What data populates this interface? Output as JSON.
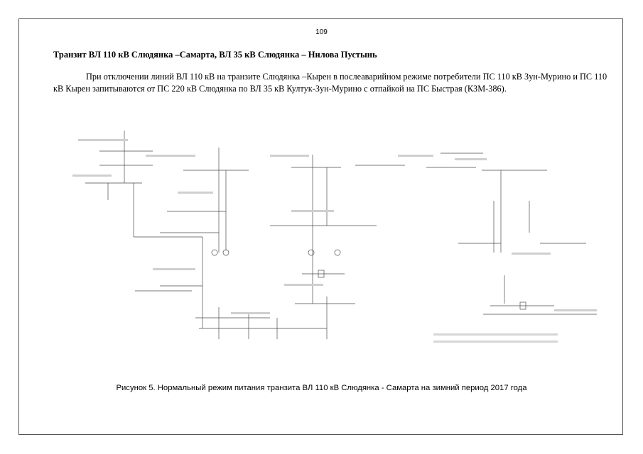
{
  "page": {
    "number": "109"
  },
  "section": {
    "heading": "Транзит ВЛ 110 кВ Слюдянка –Самарта, ВЛ 35 кВ Слюдянка – Нилова Пустынь",
    "paragraph": "При отключении линий ВЛ 110 кВ на транзите Слюдянка –Кырен в послеаварийном режиме потребители ПС 110 кВ Зун-Мурино и ПС 110 кВ Кырен запитываются от ПС 220 кВ Слюдянка по ВЛ 35 кВ Култук-Зун-Мурино с отпайкой на ПС Быстрая (КЗМ-386)."
  },
  "figure": {
    "caption": "Рисунок 5. Нормальный режим питания транзита ВЛ 110 кВ Слюдянка - Самарта на зимний период 2017 года"
  }
}
